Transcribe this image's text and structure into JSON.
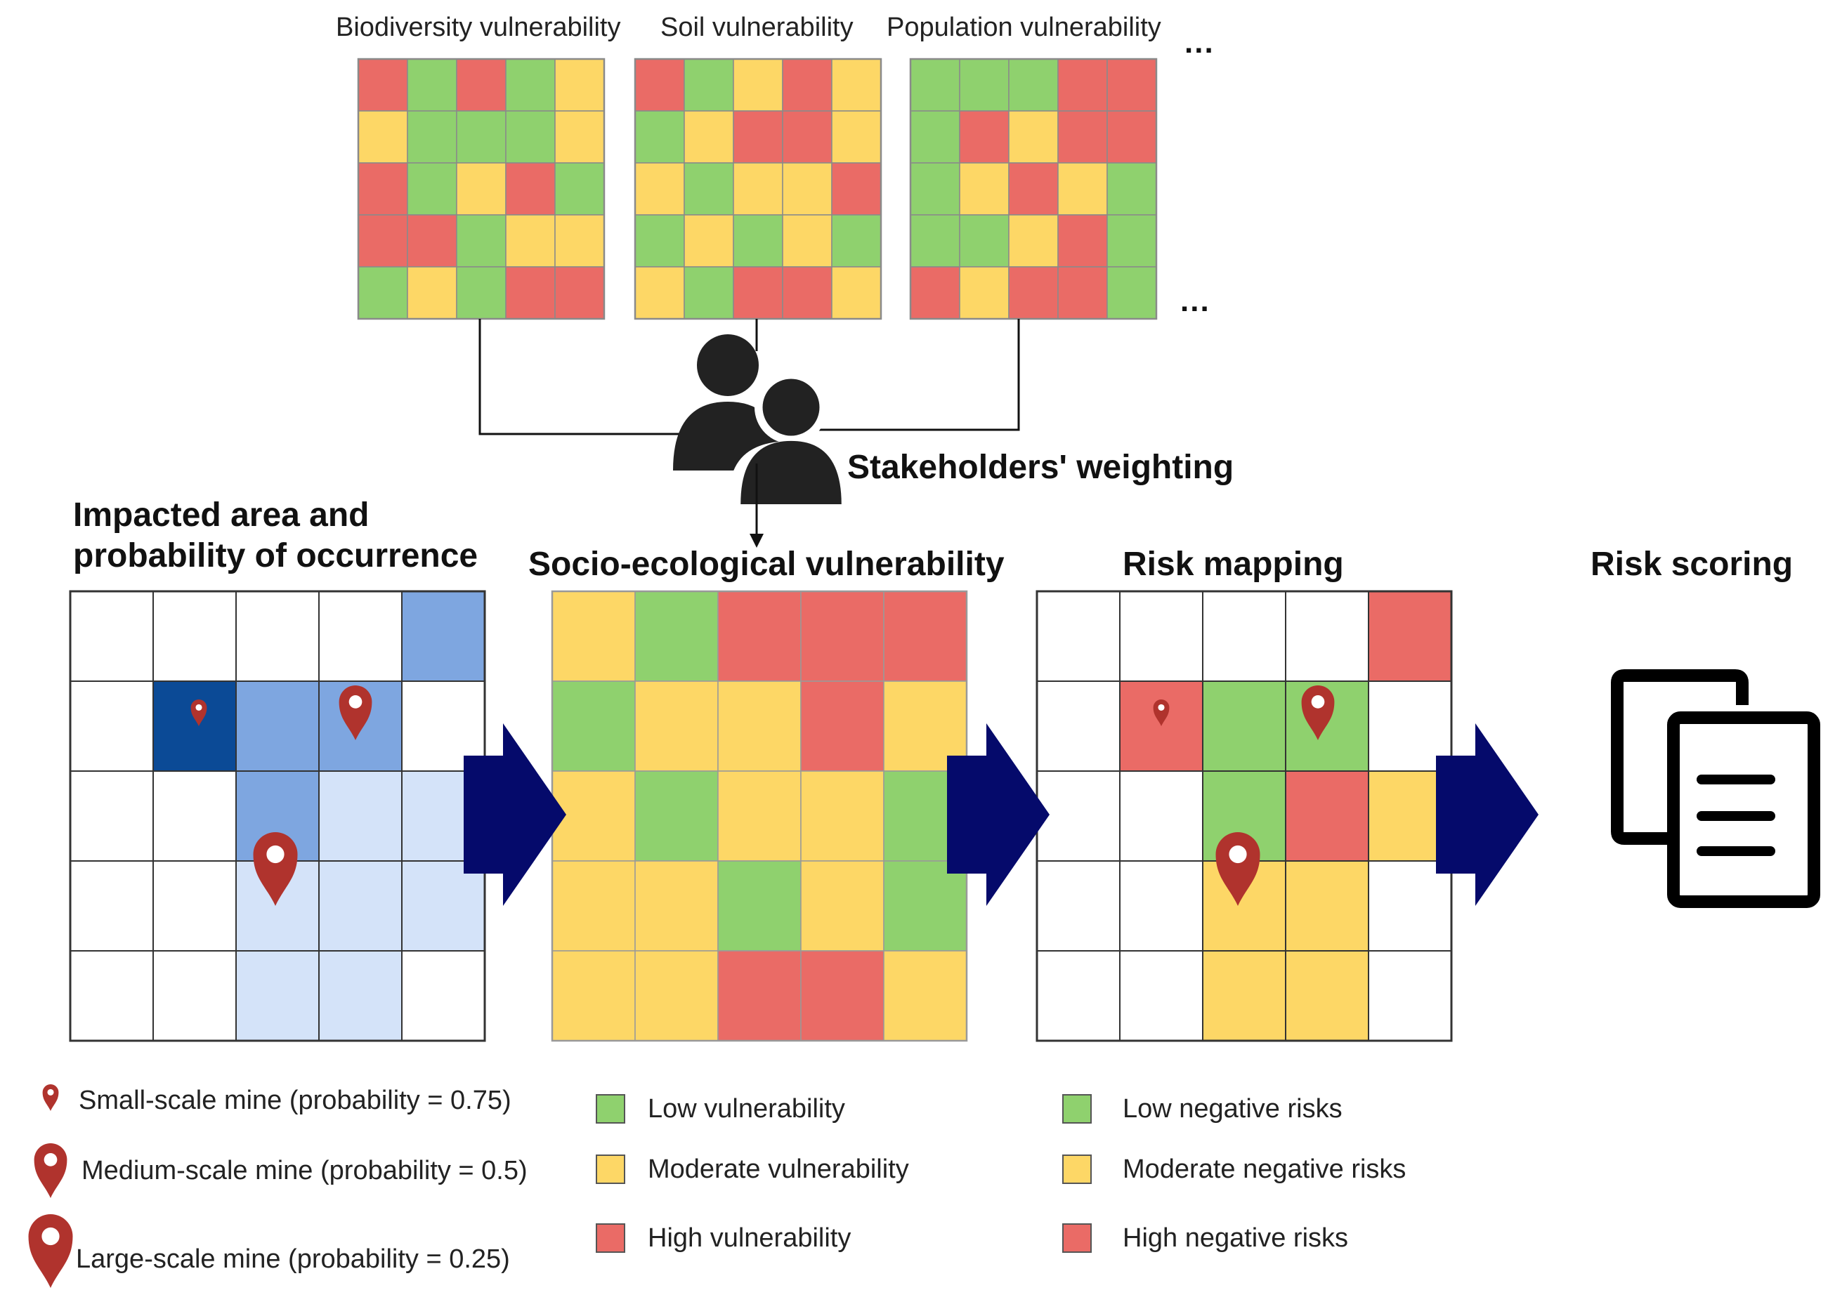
{
  "colors": {
    "low": "#8fd16e",
    "moderate": "#fdd766",
    "high": "#ea6b66",
    "empty": "#ffffff",
    "impact_dark": "#0b4a96",
    "impact_mid": "#7ea6e0",
    "impact_light": "#d4e3f9",
    "arrow": "#050a6b",
    "pin": "#b0332d",
    "person": "#222222"
  },
  "top_maps": [
    {
      "label": "Biodiversity vulnerability",
      "grid": [
        [
          "H",
          "L",
          "H",
          "L",
          "M"
        ],
        [
          "M",
          "L",
          "L",
          "L",
          "M"
        ],
        [
          "H",
          "L",
          "M",
          "H",
          "L"
        ],
        [
          "H",
          "H",
          "L",
          "M",
          "M"
        ],
        [
          "L",
          "M",
          "L",
          "H",
          "H"
        ]
      ]
    },
    {
      "label": "Soil vulnerability",
      "grid": [
        [
          "H",
          "L",
          "M",
          "H",
          "M"
        ],
        [
          "L",
          "M",
          "H",
          "H",
          "M"
        ],
        [
          "M",
          "L",
          "M",
          "M",
          "H"
        ],
        [
          "L",
          "M",
          "L",
          "M",
          "L"
        ],
        [
          "M",
          "L",
          "H",
          "H",
          "M"
        ]
      ]
    },
    {
      "label": "Population vulnerability",
      "grid": [
        [
          "L",
          "L",
          "L",
          "H",
          "H"
        ],
        [
          "L",
          "H",
          "M",
          "H",
          "H"
        ],
        [
          "L",
          "M",
          "H",
          "M",
          "L"
        ],
        [
          "L",
          "L",
          "M",
          "H",
          "L"
        ],
        [
          "H",
          "M",
          "H",
          "H",
          "L"
        ]
      ]
    }
  ],
  "ellipsis": "...",
  "stakeholders_label": "Stakeholders' weighting",
  "impacted": {
    "title_line1": "Impacted area and",
    "title_line2": "probability of occurrence",
    "grid": [
      [
        "E",
        "E",
        "E",
        "E",
        "M"
      ],
      [
        "E",
        "D",
        "M",
        "M",
        "E"
      ],
      [
        "E",
        "E",
        "M",
        "L",
        "L"
      ],
      [
        "E",
        "E",
        "L",
        "L",
        "L"
      ],
      [
        "E",
        "E",
        "L",
        "L",
        "E"
      ]
    ]
  },
  "socio": {
    "title": "Socio-ecological vulnerability",
    "grid": [
      [
        "M",
        "L",
        "H",
        "H",
        "H"
      ],
      [
        "L",
        "M",
        "M",
        "H",
        "M"
      ],
      [
        "M",
        "L",
        "M",
        "M",
        "L"
      ],
      [
        "M",
        "M",
        "L",
        "M",
        "L"
      ],
      [
        "M",
        "M",
        "H",
        "H",
        "M"
      ]
    ]
  },
  "risk_mapping": {
    "title": "Risk mapping",
    "grid": [
      [
        "E",
        "E",
        "E",
        "E",
        "H"
      ],
      [
        "E",
        "H",
        "L",
        "L",
        "E"
      ],
      [
        "E",
        "E",
        "L",
        "H",
        "M"
      ],
      [
        "E",
        "E",
        "M",
        "M",
        "E"
      ],
      [
        "E",
        "E",
        "M",
        "M",
        "E"
      ]
    ]
  },
  "risk_scoring": {
    "title": "Risk scoring"
  },
  "legend_mines": [
    {
      "label": "Small-scale mine (probability = 0.75)",
      "size": "small"
    },
    {
      "label": "Medium-scale mine (probability = 0.5)",
      "size": "medium"
    },
    {
      "label": "Large-scale mine (probability = 0.25)",
      "size": "large"
    }
  ],
  "legend_vulnerability": [
    {
      "label": "Low vulnerability",
      "level": "L"
    },
    {
      "label": "Moderate vulnerability",
      "level": "M"
    },
    {
      "label": "High vulnerability",
      "level": "H"
    }
  ],
  "legend_risks": [
    {
      "label": "Low negative risks",
      "level": "L"
    },
    {
      "label": "Moderate negative risks",
      "level": "M"
    },
    {
      "label": "High negative risks",
      "level": "H"
    }
  ]
}
